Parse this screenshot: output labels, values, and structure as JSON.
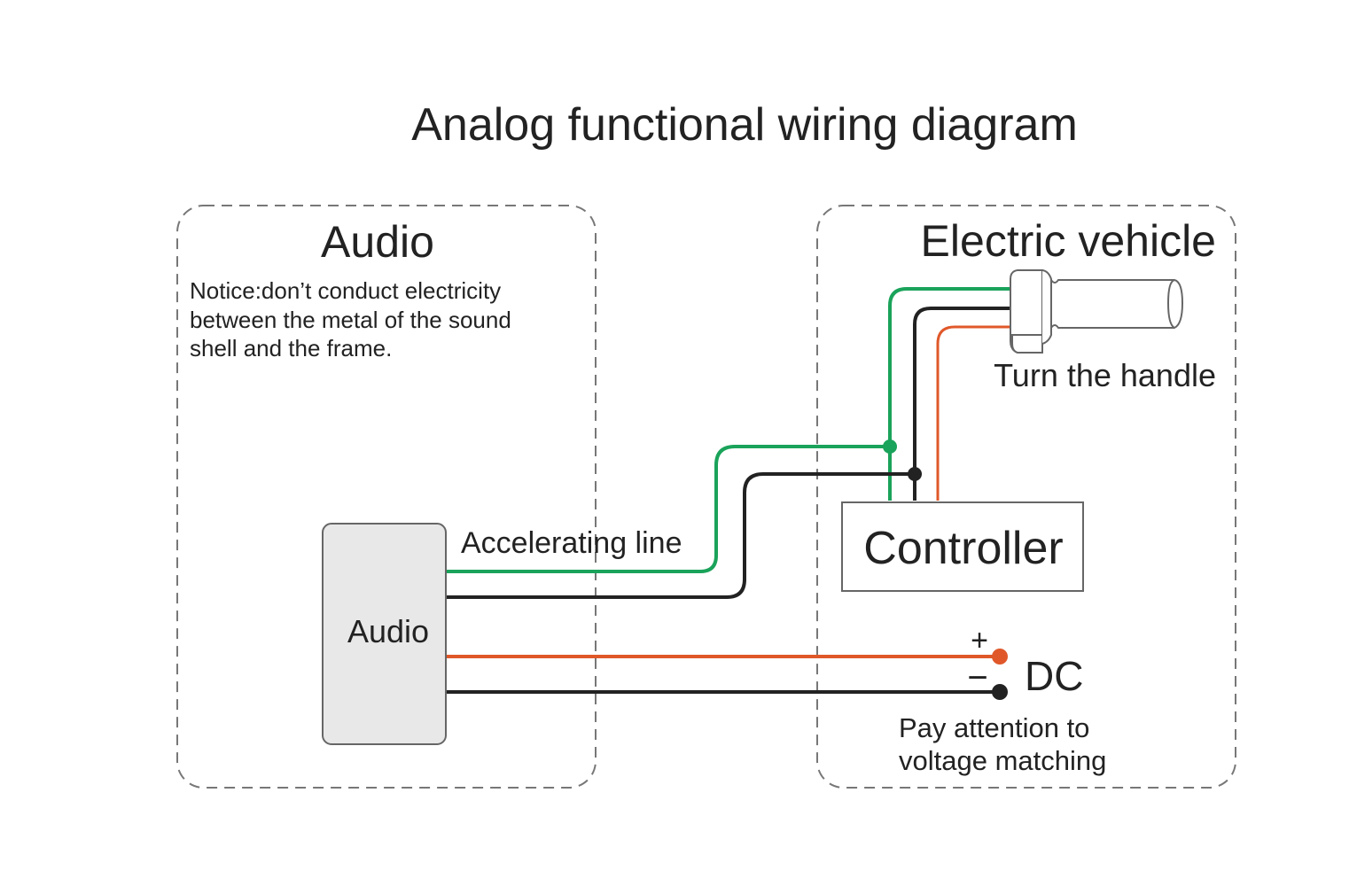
{
  "title": "Analog functional wiring diagram",
  "audio_panel": {
    "heading": "Audio",
    "notice_lines": [
      "Notice:don’t conduct electricity",
      "between the metal of the sound",
      "shell and the frame."
    ],
    "device_label": "Audio"
  },
  "ev_panel": {
    "heading": "Electric vehicle",
    "handle_label": "Turn the handle",
    "controller_label": "Controller",
    "dc_label": "DC",
    "plus_symbol": "+",
    "minus_symbol": "−",
    "dc_note_lines": [
      "Pay attention to",
      "voltage matching"
    ]
  },
  "wires": {
    "accelerating_label": "Accelerating line"
  },
  "colors": {
    "green": "#1aa35a",
    "black": "#222222",
    "orange": "#e0582a",
    "box_fill": "#e8e8e8",
    "dash": "#777777"
  }
}
